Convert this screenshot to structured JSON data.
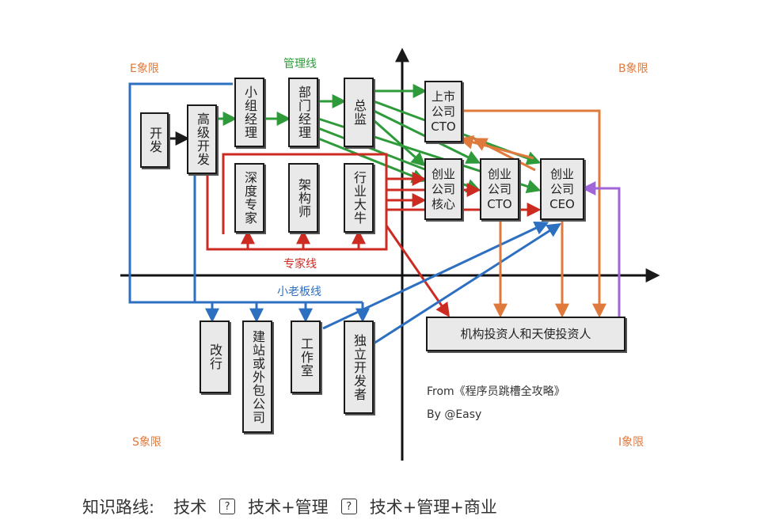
{
  "quadrants": {
    "e": "E象限",
    "b": "B象限",
    "s": "S象限",
    "i": "I象限"
  },
  "lines": {
    "management": "管理线",
    "expert": "专家线",
    "boss": "小老板线"
  },
  "nodes": {
    "dev": "开发",
    "senior_dev": "高级开发",
    "team_manager": "小组经理",
    "dept_manager": "部门经理",
    "director": "总监",
    "deep_expert": "深度专家",
    "architect": "架构师",
    "industry_guru": "行业大牛",
    "listed_cto": "上市\n公司\nCTO",
    "startup_core": "创业\n公司\n核心",
    "startup_cto": "创业\n公司\nCTO",
    "startup_ceo": "创业\n公司\nCEO",
    "career_change": "改行",
    "outsourcing": "建站或外包公司",
    "studio": "工作室",
    "indie_dev": "独立开发者",
    "investors": "机构投资人和天使投资人"
  },
  "credits": {
    "source": "From《程序员跳槽全攻略》",
    "author": "By @Easy"
  },
  "footer": {
    "lead": "知识路线:",
    "step1": "技术",
    "step2": "技术+管理",
    "step3": "技术+管理+商业",
    "sep": "?"
  },
  "colors": {
    "management": "#2e9a3a",
    "expert": "#cc2b22",
    "boss": "#2d6fc0",
    "invest": "#e07a3c",
    "purple": "#a066d8",
    "quadrant": "#e07a3c"
  }
}
